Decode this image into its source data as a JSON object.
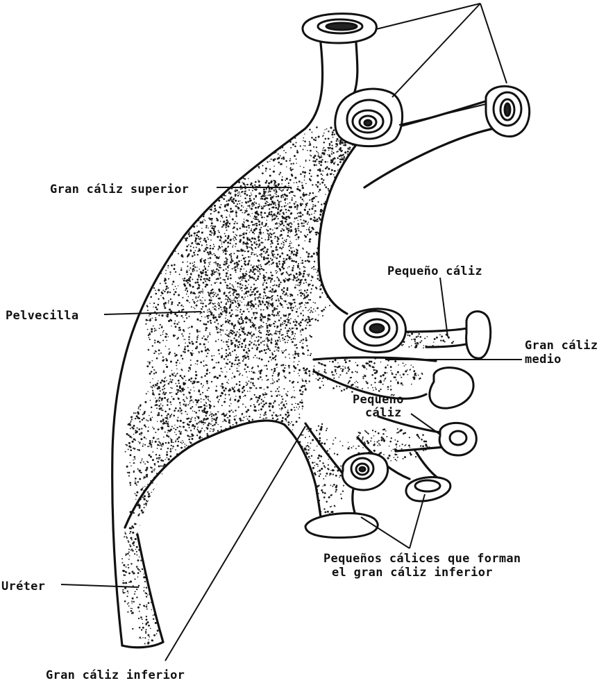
{
  "labels": {
    "gran_caliz_superior": "Gran cáliz superior",
    "pelvecilla": "Pelvecilla",
    "pequeno_caliz_1": "Pequeño cáliz",
    "gran_caliz_medio_1": "Gran cáliz",
    "gran_caliz_medio_2": "medio",
    "pequeno_caliz_2a": "Pequeño",
    "pequeno_caliz_2b": "cáliz",
    "pequenos_calices_1": "Pequeños cálices que forman",
    "pequenos_calices_2": "el gran cáliz inferior",
    "ureter": "Uréter",
    "gran_caliz_inferior": "Gran cáliz inferior"
  },
  "colors": {
    "ink": "#111111",
    "stipple": "#1a1a1a",
    "background": "#ffffff"
  }
}
